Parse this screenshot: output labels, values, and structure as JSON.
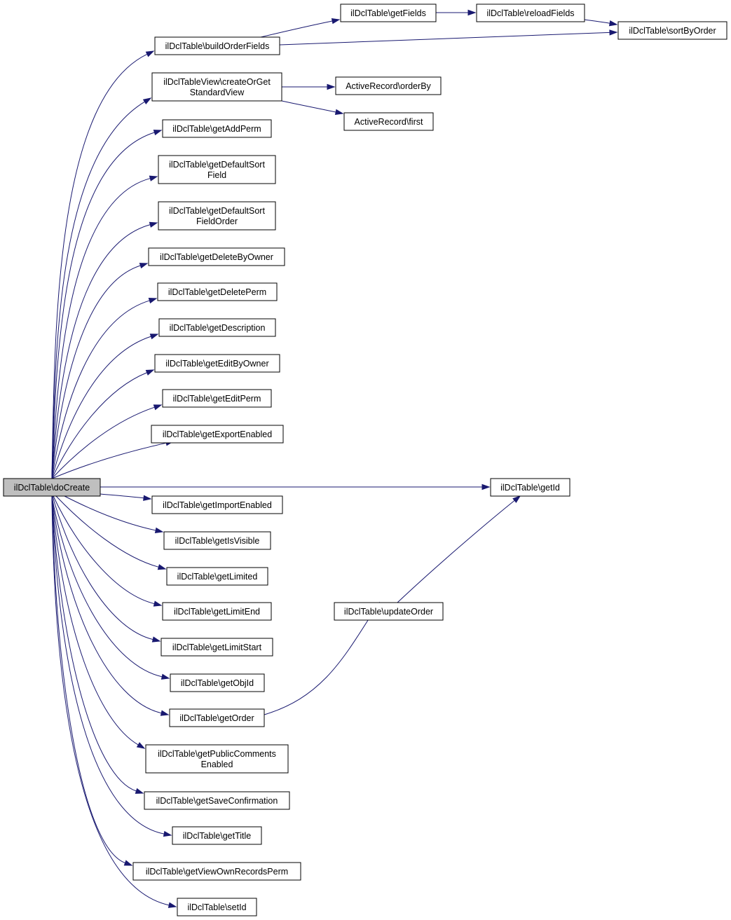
{
  "diagram": {
    "type": "call-graph",
    "colors": {
      "edge": "#191970",
      "root_fill": "#bfbfbf",
      "node_fill": "#ffffff",
      "node_border": "#000000"
    },
    "nodes": [
      {
        "id": "doCreate",
        "lines": [
          "ilDclTable\\doCreate"
        ],
        "root": true
      },
      {
        "id": "buildOrderFields",
        "lines": [
          "ilDclTable\\buildOrderFields"
        ]
      },
      {
        "id": "createOrGetStandardView",
        "lines": [
          "ilDclTableView\\createOrGet",
          "StandardView"
        ]
      },
      {
        "id": "getAddPerm",
        "lines": [
          "ilDclTable\\getAddPerm"
        ]
      },
      {
        "id": "getDefaultSortField",
        "lines": [
          "ilDclTable\\getDefaultSort",
          "Field"
        ]
      },
      {
        "id": "getDefaultSortFieldOrder",
        "lines": [
          "ilDclTable\\getDefaultSort",
          "FieldOrder"
        ]
      },
      {
        "id": "getDeleteByOwner",
        "lines": [
          "ilDclTable\\getDeleteByOwner"
        ]
      },
      {
        "id": "getDeletePerm",
        "lines": [
          "ilDclTable\\getDeletePerm"
        ]
      },
      {
        "id": "getDescription",
        "lines": [
          "ilDclTable\\getDescription"
        ]
      },
      {
        "id": "getEditByOwner",
        "lines": [
          "ilDclTable\\getEditByOwner"
        ]
      },
      {
        "id": "getEditPerm",
        "lines": [
          "ilDclTable\\getEditPerm"
        ]
      },
      {
        "id": "getExportEnabled",
        "lines": [
          "ilDclTable\\getExportEnabled"
        ]
      },
      {
        "id": "getImportEnabled",
        "lines": [
          "ilDclTable\\getImportEnabled"
        ]
      },
      {
        "id": "getIsVisible",
        "lines": [
          "ilDclTable\\getIsVisible"
        ]
      },
      {
        "id": "getLimited",
        "lines": [
          "ilDclTable\\getLimited"
        ]
      },
      {
        "id": "getLimitEnd",
        "lines": [
          "ilDclTable\\getLimitEnd"
        ]
      },
      {
        "id": "getLimitStart",
        "lines": [
          "ilDclTable\\getLimitStart"
        ]
      },
      {
        "id": "getObjId",
        "lines": [
          "ilDclTable\\getObjId"
        ]
      },
      {
        "id": "getOrder",
        "lines": [
          "ilDclTable\\getOrder"
        ]
      },
      {
        "id": "getPublicCommentsEnabled",
        "lines": [
          "ilDclTable\\getPublicComments",
          "Enabled"
        ]
      },
      {
        "id": "getSaveConfirmation",
        "lines": [
          "ilDclTable\\getSaveConfirmation"
        ]
      },
      {
        "id": "getTitle",
        "lines": [
          "ilDclTable\\getTitle"
        ]
      },
      {
        "id": "getViewOwnRecordsPerm",
        "lines": [
          "ilDclTable\\getViewOwnRecordsPerm"
        ]
      },
      {
        "id": "setId",
        "lines": [
          "ilDclTable\\setId"
        ]
      },
      {
        "id": "getFields",
        "lines": [
          "ilDclTable\\getFields"
        ]
      },
      {
        "id": "reloadFields",
        "lines": [
          "ilDclTable\\reloadFields"
        ]
      },
      {
        "id": "sortByOrder",
        "lines": [
          "ilDclTable\\sortByOrder"
        ]
      },
      {
        "id": "orderBy",
        "lines": [
          "ActiveRecord\\orderBy"
        ]
      },
      {
        "id": "first",
        "lines": [
          "ActiveRecord\\first"
        ]
      },
      {
        "id": "getId",
        "lines": [
          "ilDclTable\\getId"
        ]
      },
      {
        "id": "updateOrder",
        "lines": [
          "ilDclTable\\updateOrder"
        ]
      }
    ],
    "edges": [
      [
        "doCreate",
        "buildOrderFields"
      ],
      [
        "doCreate",
        "createOrGetStandardView"
      ],
      [
        "doCreate",
        "getAddPerm"
      ],
      [
        "doCreate",
        "getDefaultSortField"
      ],
      [
        "doCreate",
        "getDefaultSortFieldOrder"
      ],
      [
        "doCreate",
        "getDeleteByOwner"
      ],
      [
        "doCreate",
        "getDeletePerm"
      ],
      [
        "doCreate",
        "getDescription"
      ],
      [
        "doCreate",
        "getEditByOwner"
      ],
      [
        "doCreate",
        "getEditPerm"
      ],
      [
        "doCreate",
        "getExportEnabled"
      ],
      [
        "doCreate",
        "getId"
      ],
      [
        "doCreate",
        "getImportEnabled"
      ],
      [
        "doCreate",
        "getIsVisible"
      ],
      [
        "doCreate",
        "getLimited"
      ],
      [
        "doCreate",
        "getLimitEnd"
      ],
      [
        "doCreate",
        "getLimitStart"
      ],
      [
        "doCreate",
        "getObjId"
      ],
      [
        "doCreate",
        "getOrder"
      ],
      [
        "doCreate",
        "getPublicCommentsEnabled"
      ],
      [
        "doCreate",
        "getSaveConfirmation"
      ],
      [
        "doCreate",
        "getTitle"
      ],
      [
        "doCreate",
        "getViewOwnRecordsPerm"
      ],
      [
        "doCreate",
        "setId"
      ],
      [
        "buildOrderFields",
        "getFields"
      ],
      [
        "buildOrderFields",
        "sortByOrder"
      ],
      [
        "getFields",
        "reloadFields"
      ],
      [
        "reloadFields",
        "sortByOrder"
      ],
      [
        "createOrGetStandardView",
        "orderBy"
      ],
      [
        "createOrGetStandardView",
        "first"
      ],
      [
        "getOrder",
        "updateOrder"
      ],
      [
        "updateOrder",
        "getId"
      ]
    ]
  }
}
